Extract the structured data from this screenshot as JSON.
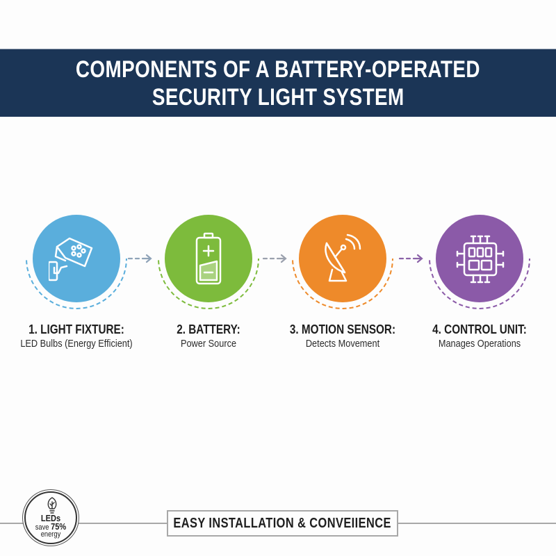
{
  "header": {
    "title_line1": "COMPONENTS OF A BATTERY-OPERATED",
    "title_line2": "SECURITY LIGHT SYSTEM",
    "background": "#1b3556"
  },
  "steps": [
    {
      "number": 1,
      "title": "1. LIGHT FIXTURE:",
      "subtitle": "LED Bulbs (Energy Efficient)",
      "icon": "floodlight-icon",
      "color": "#5aaedc"
    },
    {
      "number": 2,
      "title": "2. BATTERY:",
      "subtitle": "Power Source",
      "icon": "battery-icon",
      "color": "#7dbb3c"
    },
    {
      "number": 3,
      "title": "3. MOTION SENSOR:",
      "subtitle": "Detects Movement",
      "icon": "satellite-dish-icon",
      "color": "#ee8a2a"
    },
    {
      "number": 4,
      "title": "4. CONTROL UNIT:",
      "subtitle": "Manages Operations",
      "icon": "chip-icon",
      "color": "#8b5aa8"
    }
  ],
  "arrows": [
    {
      "from": 1,
      "to": 2,
      "color": "#8fa3b8",
      "icon": "dashed-arrow-right-icon"
    },
    {
      "from": 2,
      "to": 3,
      "color": "#9aa0ad",
      "icon": "dashed-arrow-right-icon"
    },
    {
      "from": 3,
      "to": 4,
      "color": "#8b62a8",
      "icon": "dashed-arrow-right-icon"
    }
  ],
  "badge": {
    "icon": "leaf-bulb-icon",
    "line1": "LEDs",
    "line2_prefix": "save",
    "line2_value": "75%",
    "line3": "energy"
  },
  "footer": {
    "label": "EASY INSTALLATION & CONVEIIENCE"
  }
}
